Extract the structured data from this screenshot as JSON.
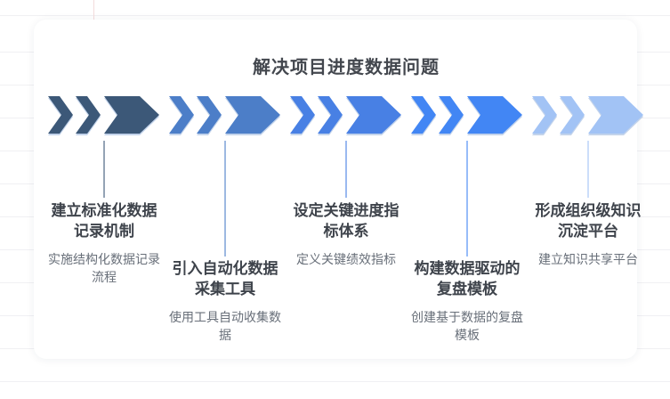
{
  "page": {
    "title": "解决项目进度数据问题"
  },
  "flow": {
    "steps": [
      {
        "title": "建立标准化数据记录机制",
        "description": "实施结构化数据记录流程",
        "color": "#3C5878",
        "connector_color": "#94A3B5"
      },
      {
        "title": "引入自动化数据采集工具",
        "description": "使用工具自动收集数据",
        "color": "#4C7EC8",
        "connector_color": "#9DB8E1"
      },
      {
        "title": "设定关键进度指标体系",
        "description": "定义关键绩效指标",
        "color": "#4880E4",
        "connector_color": "#9AB9F0"
      },
      {
        "title": "构建数据驱动的复盘模板",
        "description": "创建基于数据的复盘模板",
        "color": "#4286F4",
        "connector_color": "#97BCF9"
      },
      {
        "title": "形成组织级知识沉淀平台",
        "description": "建立知识共享平台",
        "color": "#A2C3F5",
        "connector_color": "#CCDEFA"
      }
    ]
  }
}
